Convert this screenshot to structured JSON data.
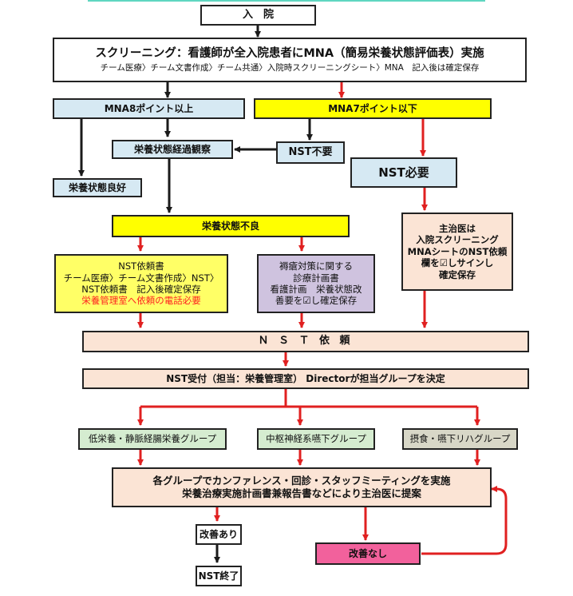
{
  "nodes": {
    "admission": "入　院",
    "screening": {
      "main": "スクリーニング：看護師が全入院患者にMNA（簡易栄養状態評価表）実施",
      "sub": "チーム医療〉チーム文書作成〉チーム共通〉入院時スクリーニングシート〉MNA　記入後は確定保存"
    },
    "mna8": "MNA8ポイント以上",
    "mna7": "MNA7ポイント以下",
    "progress_obs": "栄養状態経過観察",
    "nst_not_needed": "NST不要",
    "nst_needed": "NST必要",
    "good_nutrition": "栄養状態良好",
    "poor_nutrition": "栄養状態不良",
    "attending": [
      "主治医は",
      "入院スクリーニング",
      "MNAシートのNST依頼",
      "欄を☑しサインし",
      "確定保存"
    ],
    "nst_request_form": {
      "lines": [
        "NST依頼書",
        "チーム医療〉チーム文書作成〉NST〉",
        "NST依頼書　記入後確定保存"
      ],
      "red_line": "栄養管理室へ依頼の電話必要"
    },
    "pressure_ulcer": [
      "褥瘡対策に関する",
      "診療計画書",
      "看護計画　栄養状態改",
      "善要を☑し確定保存"
    ],
    "nst_request": "Ｎ Ｓ Ｔ 依 頼",
    "nst_reception": "NST受付（担当：栄養管理室） Directorが担当グループを決定",
    "groups": [
      "低栄養・静脈経腸栄養グループ",
      "中枢神経系嚥下グループ",
      "摂食・嚥下リハグループ"
    ],
    "conference": [
      "各グループでカンファレンス・回診・スタッフミーティングを実施",
      "栄養治療実施計画書兼報告書などにより主治医に提案"
    ],
    "improved": "改善あり",
    "not_improved": "改善なし",
    "nst_end": "NST終了"
  },
  "colors": {
    "arrow_black": "#1a1a1a",
    "arrow_red": "#e02020",
    "light_blue": "#d6e9f3",
    "yellow": "#ffff00",
    "light_yellow": "#ffff66",
    "peach": "#fbe4d5",
    "lavender": "#cfc3df",
    "light_green": "#d5ecd0",
    "khaki": "#d8d7c7",
    "pink": "#f2619c"
  }
}
